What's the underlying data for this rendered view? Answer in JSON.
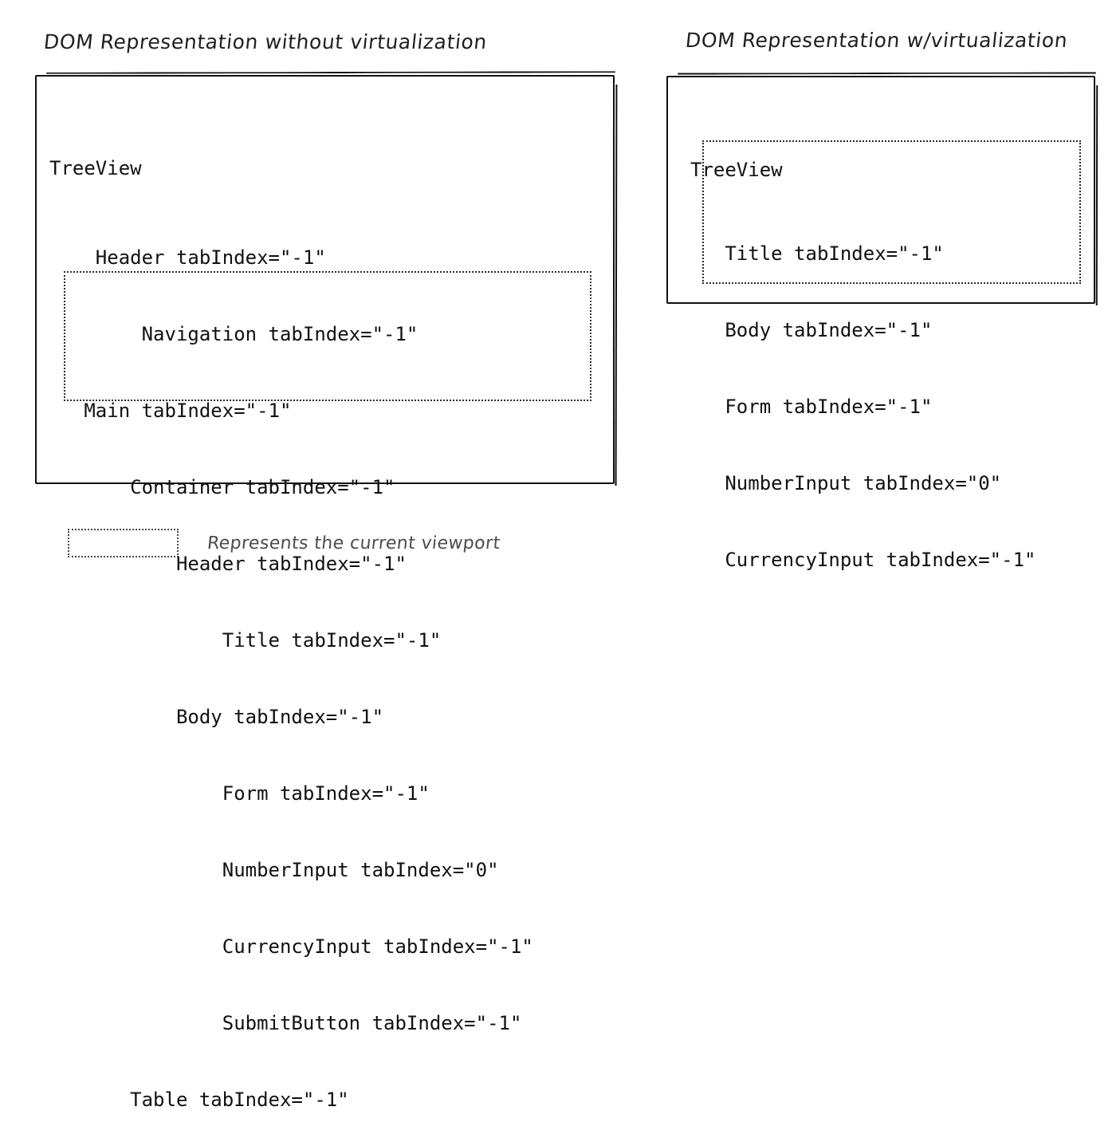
{
  "panels": [
    {
      "title": "DOM Representation without virtualization",
      "root": "TreeView",
      "lines": [
        "    Header tabIndex=\"-1\"",
        "        Navigation tabIndex=\"-1\"",
        "   Main tabIndex=\"-1\"",
        "       Container tabIndex=\"-1\"",
        "           Header tabIndex=\"-1\"",
        "               Title tabIndex=\"-1\"",
        "           Body tabIndex=\"-1\"",
        "               Form tabIndex=\"-1\"",
        "               NumberInput tabIndex=\"0\"",
        "               CurrencyInput tabIndex=\"-1\"",
        "               SubmitButton tabIndex=\"-1\"",
        "       Table tabIndex=\"-1\""
      ]
    },
    {
      "title": "DOM Representation w/virtualization",
      "root": "TreeView",
      "lines": [
        "   Title tabIndex=\"-1\"",
        "   Body tabIndex=\"-1\"",
        "   Form tabIndex=\"-1\"",
        "   NumberInput tabIndex=\"0\"",
        "   CurrencyInput tabIndex=\"-1\""
      ]
    }
  ],
  "legend": {
    "label": "Represents the current viewport"
  },
  "colors": {
    "ink": "#111111",
    "viewport_stroke": "#2b2b2b",
    "legend_text": "#4c4c52",
    "background": "#ffffff"
  }
}
